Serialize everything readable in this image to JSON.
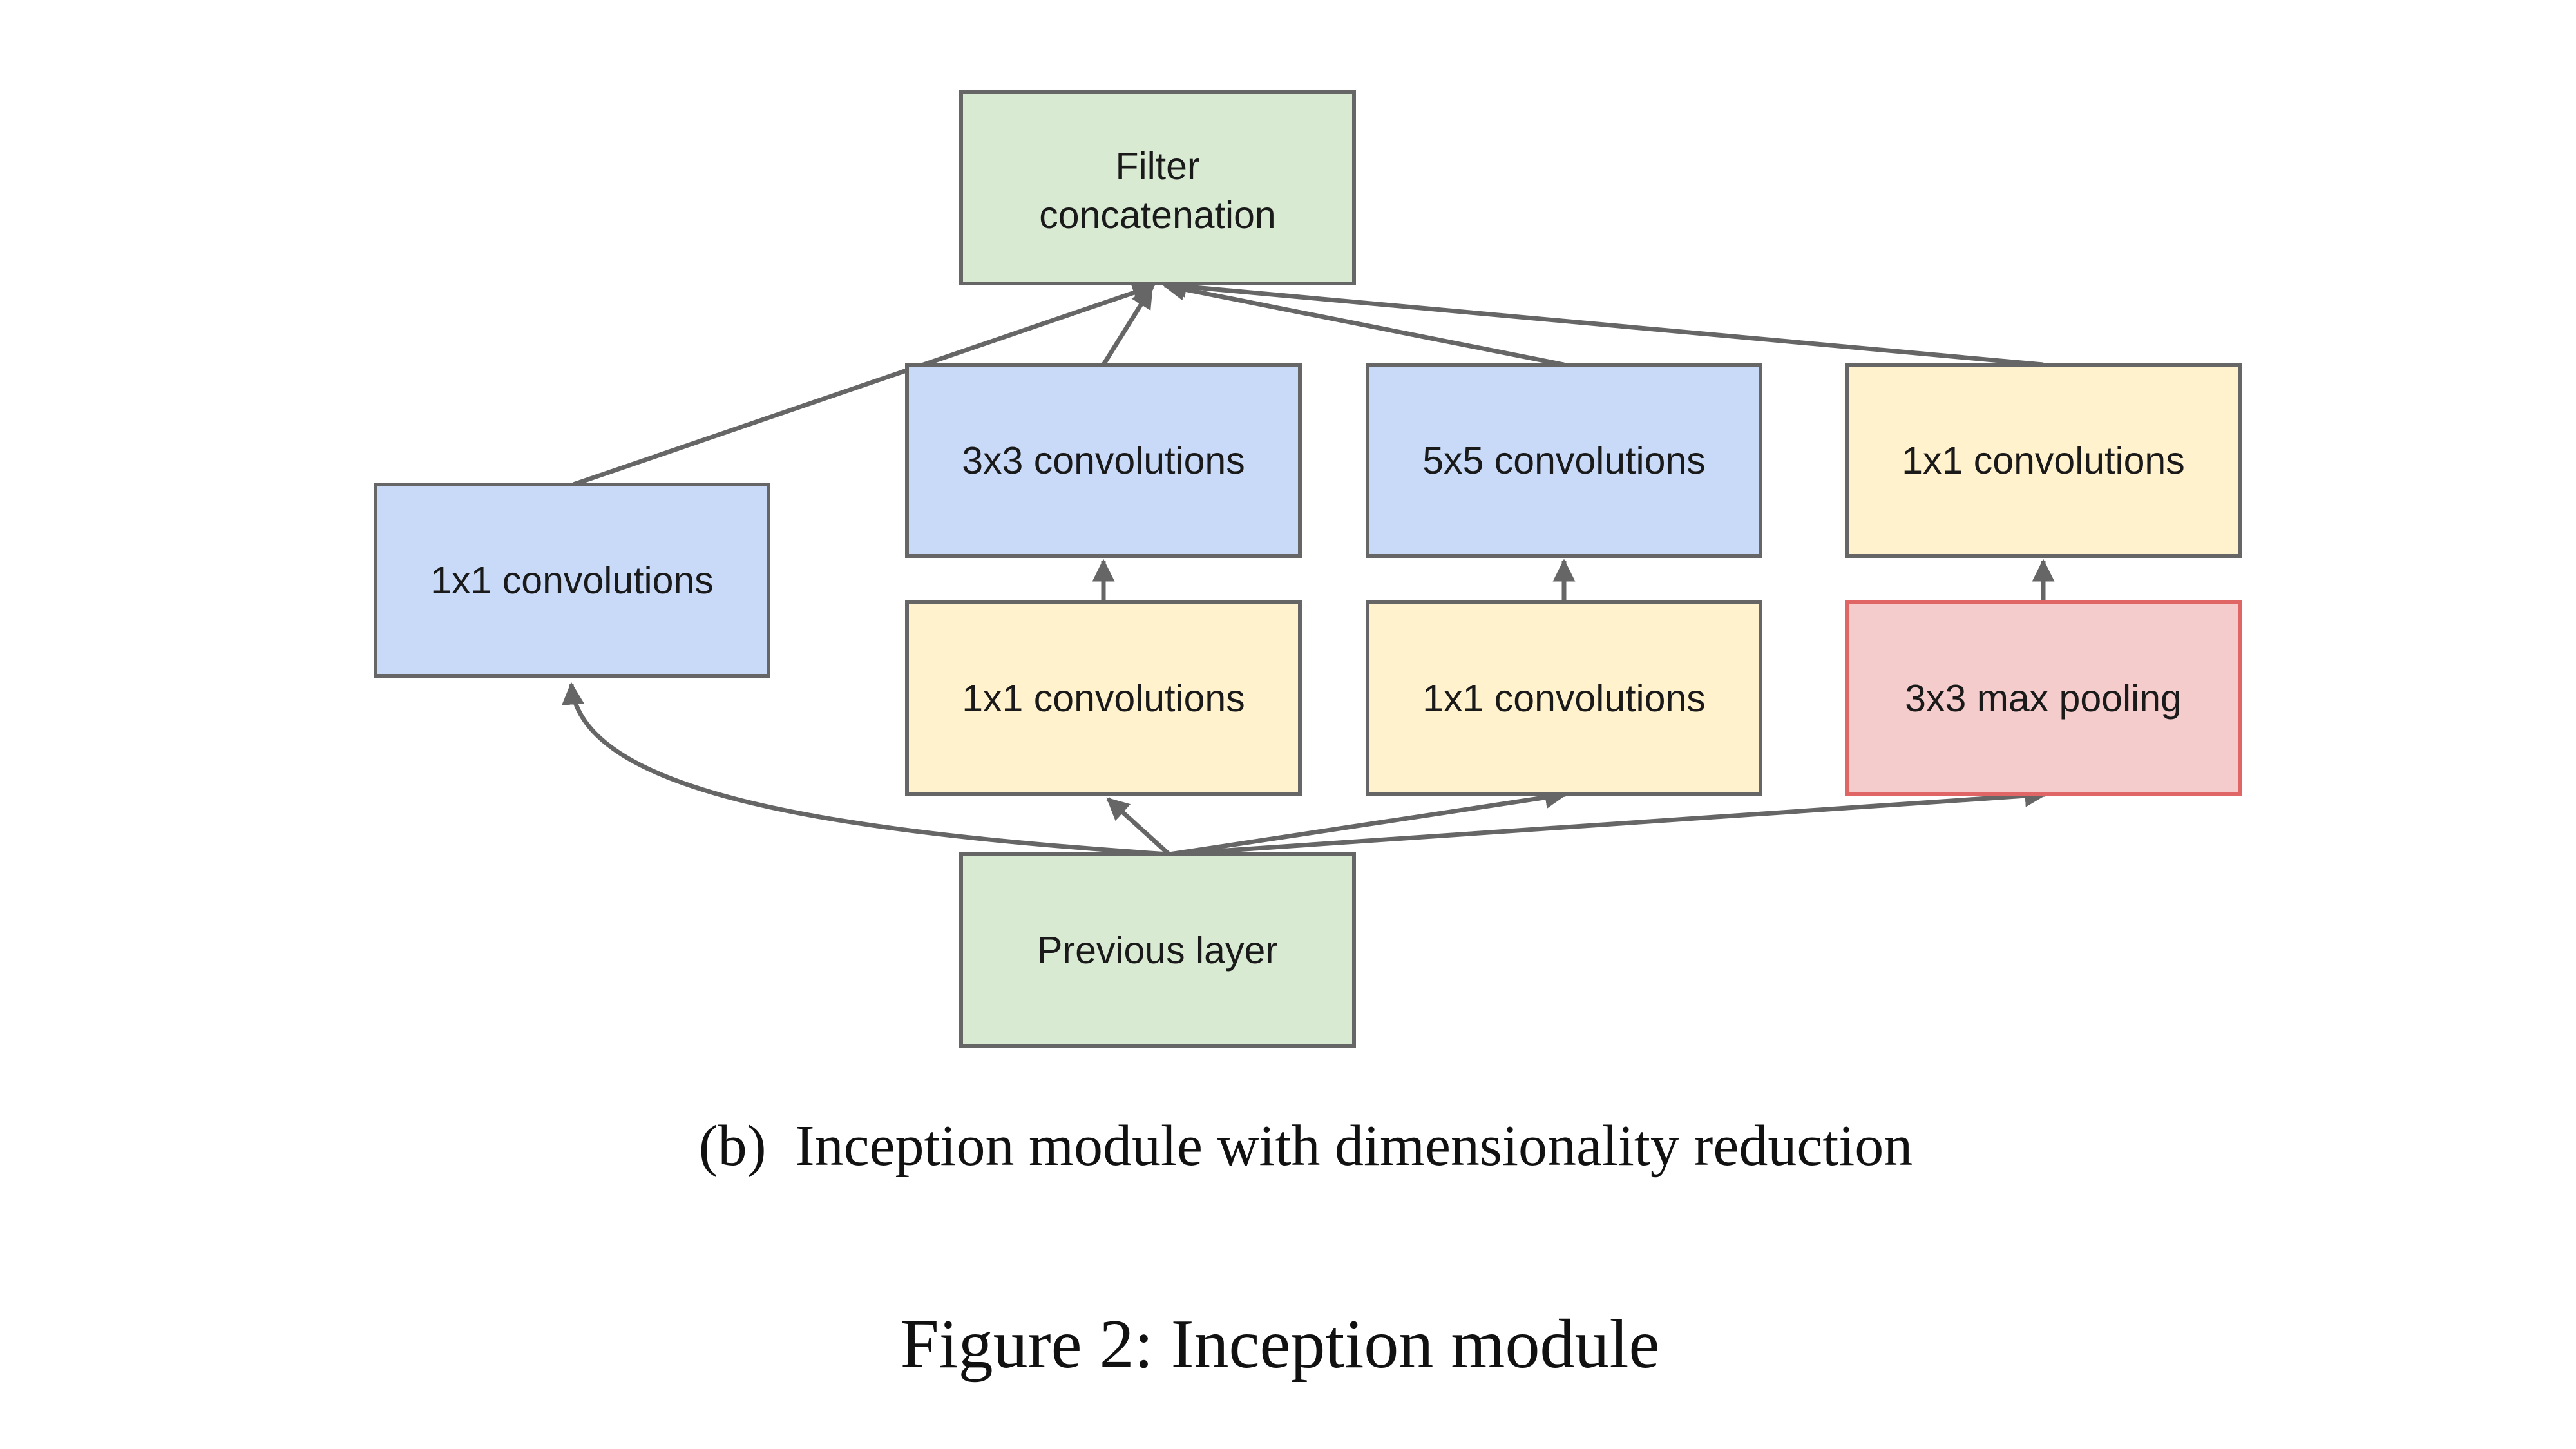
{
  "nodes": {
    "filter_concat": {
      "lines": [
        "Filter",
        "concatenation"
      ],
      "color": "#d9ead3"
    },
    "conv1x1_left": {
      "lines": [
        "1x1 convolutions"
      ],
      "color": "#c9daf8"
    },
    "conv3x3": {
      "lines": [
        "3x3 convolutions"
      ],
      "color": "#c9daf8"
    },
    "conv5x5": {
      "lines": [
        "5x5 convolutions"
      ],
      "color": "#c9daf8"
    },
    "conv1x1_right": {
      "lines": [
        "1x1 convolutions"
      ],
      "color": "#fff2cc"
    },
    "reduce_3x3": {
      "lines": [
        "1x1 convolutions"
      ],
      "color": "#fff2cc"
    },
    "reduce_5x5": {
      "lines": [
        "1x1 convolutions"
      ],
      "color": "#fff2cc"
    },
    "maxpool": {
      "lines": [
        "3x3 max pooling"
      ],
      "color": "#f4cccc"
    },
    "previous_layer": {
      "lines": [
        "Previous layer"
      ],
      "color": "#d9ead3"
    }
  },
  "edges": [
    {
      "from": "previous_layer",
      "to": "conv1x1_left"
    },
    {
      "from": "previous_layer",
      "to": "reduce_3x3"
    },
    {
      "from": "previous_layer",
      "to": "reduce_5x5"
    },
    {
      "from": "previous_layer",
      "to": "maxpool"
    },
    {
      "from": "reduce_3x3",
      "to": "conv3x3"
    },
    {
      "from": "reduce_5x5",
      "to": "conv5x5"
    },
    {
      "from": "maxpool",
      "to": "conv1x1_right"
    },
    {
      "from": "conv1x1_left",
      "to": "filter_concat"
    },
    {
      "from": "conv3x3",
      "to": "filter_concat"
    },
    {
      "from": "conv5x5",
      "to": "filter_concat"
    },
    {
      "from": "conv1x1_right",
      "to": "filter_concat"
    }
  ],
  "captions": {
    "subfigure": "(b)  Inception module with dimensionality reduction",
    "figure": "Figure 2: Inception module"
  }
}
